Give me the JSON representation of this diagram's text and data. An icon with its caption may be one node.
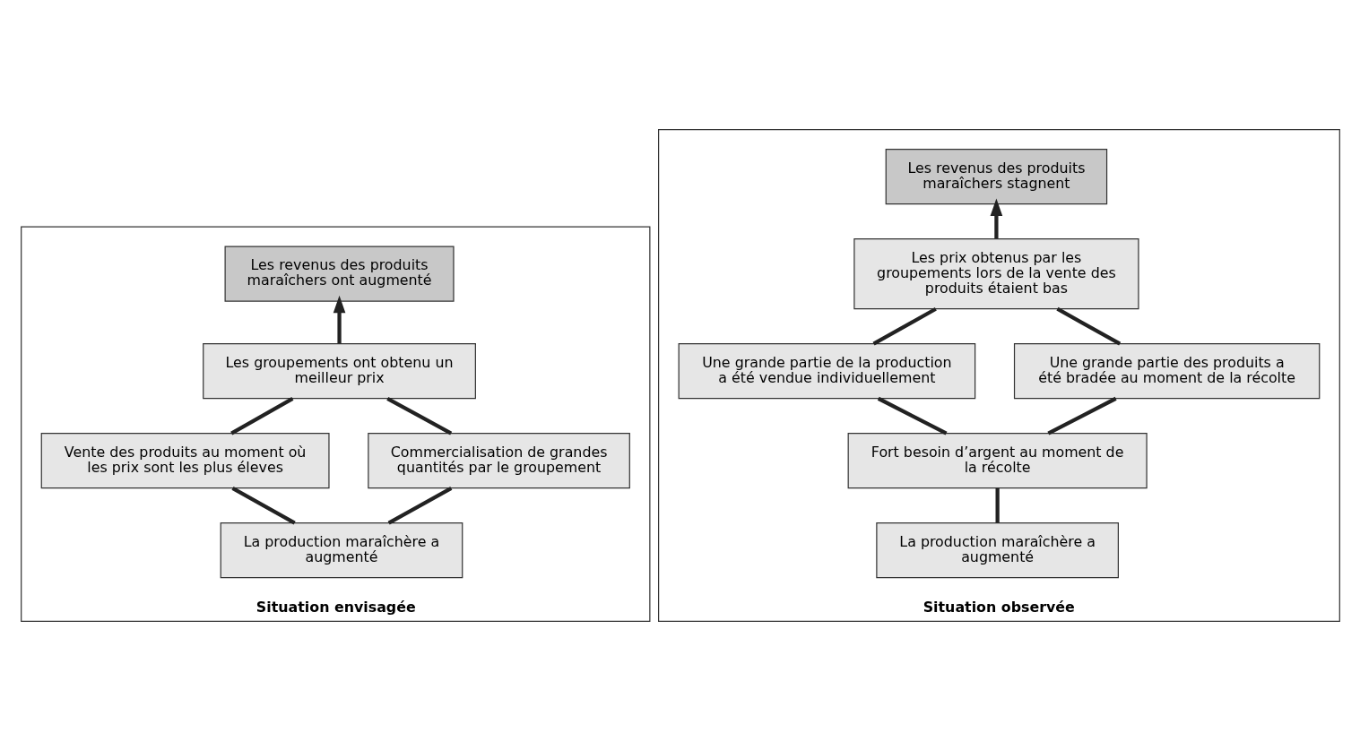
{
  "diagram": {
    "nodes": [
      {
        "text": [
          "Situation envisagée"
        ]
      },
      {
        "text": [
          "Les revenus des produits maraîchers ont augmenté"
        ],
        "in": 0
      },
      {
        "text": [
          "Les groupements ont obtenu un meilleur prix"
        ],
        "in": 0
      },
      {
        "text": [
          "Vente des produits au moment où les prix sont les plus éleves"
        ],
        "in": 0
      },
      {
        "text": [
          "Commercialisation de grandes quantités par le groupement"
        ],
        "in": 0
      },
      {
        "text": [
          "La production maraîchère a augmenté"
        ],
        "in": 0
      },
      {
        "text": [
          "Situation observée"
        ]
      },
      {
        "text": [
          "Les revenus des produits maraîchers stagnent"
        ],
        "in": 6
      },
      {
        "text": [
          "Les prix obtenus par les groupements lors de la vente des produits étaient bas"
        ],
        "in": 6
      },
      {
        "text": [
          "Une grande partie de la production a été vendue individuellement"
        ],
        "in": 6
      },
      {
        "text": [
          "Une grande partie des produits a été bradée au moment de la récolte"
        ],
        "in": 6
      },
      {
        "text": [
          "Fort besoin d’argent au moment de la récolte"
        ],
        "in": 6
      },
      {
        "text": [
          "La production maraîchère a augmenté"
        ],
        "in": 6
      }
    ],
    "edges": [
      {
        "from": 2,
        "to": 1,
        "arrow": "to"
      },
      {
        "from": 3,
        "to": 2,
        "arrow": "none"
      },
      {
        "from": 4,
        "to": 2,
        "arrow": "none"
      },
      {
        "from": 5,
        "to": 3,
        "arrow": "none"
      },
      {
        "from": 5,
        "to": 4,
        "arrow": "none"
      },
      {
        "from": 8,
        "to": 7,
        "arrow": "to"
      },
      {
        "from": 9,
        "to": 8,
        "arrow": "none"
      },
      {
        "from": 10,
        "to": 8,
        "arrow": "none"
      },
      {
        "from": 11,
        "to": 9,
        "arrow": "none"
      },
      {
        "from": 11,
        "to": 10,
        "arrow": "none"
      },
      {
        "from": 12,
        "to": 11,
        "arrow": "none"
      }
    ]
  }
}
